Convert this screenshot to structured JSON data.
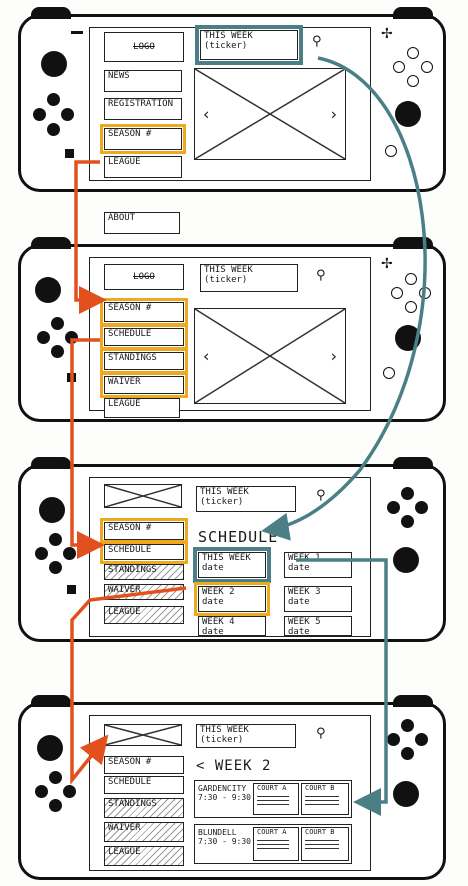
{
  "colors": {
    "orange_flow": "#e2511d",
    "orange_highlight": "#f0a81e",
    "teal_flow": "#4a7f86"
  },
  "frame1": {
    "logo": "LOGO",
    "this_week": "THIS WEEK",
    "ticker": "(ticker)",
    "nav": [
      "NEWS",
      "REGISTRATION",
      "SEASON #",
      "LEAGUE",
      "ABOUT"
    ]
  },
  "frame2": {
    "logo": "LOGO",
    "this_week": "THIS WEEK",
    "ticker": "(ticker)",
    "nav": [
      "SEASON #",
      "SCHEDULE",
      "STANDINGS",
      "WAIVER",
      "LEAGUE"
    ]
  },
  "frame3": {
    "this_week": "THIS WEEK",
    "ticker": "(ticker)",
    "nav": [
      "SEASON #",
      "SCHEDULE",
      "STANDINGS",
      "WAIVER",
      "LEAGUE"
    ],
    "heading": "SCHEDULE",
    "weeks": [
      {
        "name": "THIS WEEK",
        "date": "date"
      },
      {
        "name": "WEEK 1",
        "date": "date"
      },
      {
        "name": "WEEK 2",
        "date": "date"
      },
      {
        "name": "WEEK 3",
        "date": "date"
      },
      {
        "name": "WEEK 4",
        "date": "date"
      },
      {
        "name": "WEEK 5",
        "date": "date"
      }
    ]
  },
  "frame4": {
    "this_week": "THIS WEEK",
    "ticker": "(ticker)",
    "nav": [
      "SEASON #",
      "SCHEDULE",
      "STANDINGS",
      "WAIVER",
      "LEAGUE"
    ],
    "heading": "< WEEK 2",
    "venues": [
      {
        "name": "GARDENCITY",
        "time": "7:30 - 9:30",
        "courts": [
          "COURT A",
          "COURT B"
        ]
      },
      {
        "name": "BLUNDELL",
        "time": "7:30 - 9:30",
        "courts": [
          "COURT A",
          "COURT B"
        ]
      }
    ]
  }
}
